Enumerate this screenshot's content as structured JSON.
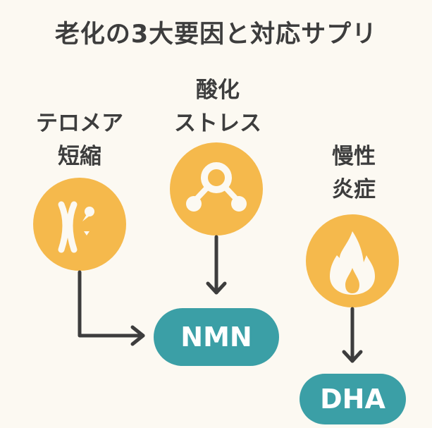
{
  "title": "老化の3大要因と対応サプリ",
  "colors": {
    "circle": "#f5b94c",
    "pill": "#3b9fa6",
    "arrow": "#3d3d3d",
    "background": "#fcf9f2"
  },
  "causes": [
    {
      "line1": "テロメア",
      "line2": "短縮",
      "icon": "chromosome-icon"
    },
    {
      "line1": "酸化",
      "line2": "ストレス",
      "icon": "molecule-icon"
    },
    {
      "line1": "慢性",
      "line2": "炎症",
      "icon": "flame-icon"
    }
  ],
  "supplements": [
    {
      "label": "NMN"
    },
    {
      "label": "DHA"
    }
  ]
}
